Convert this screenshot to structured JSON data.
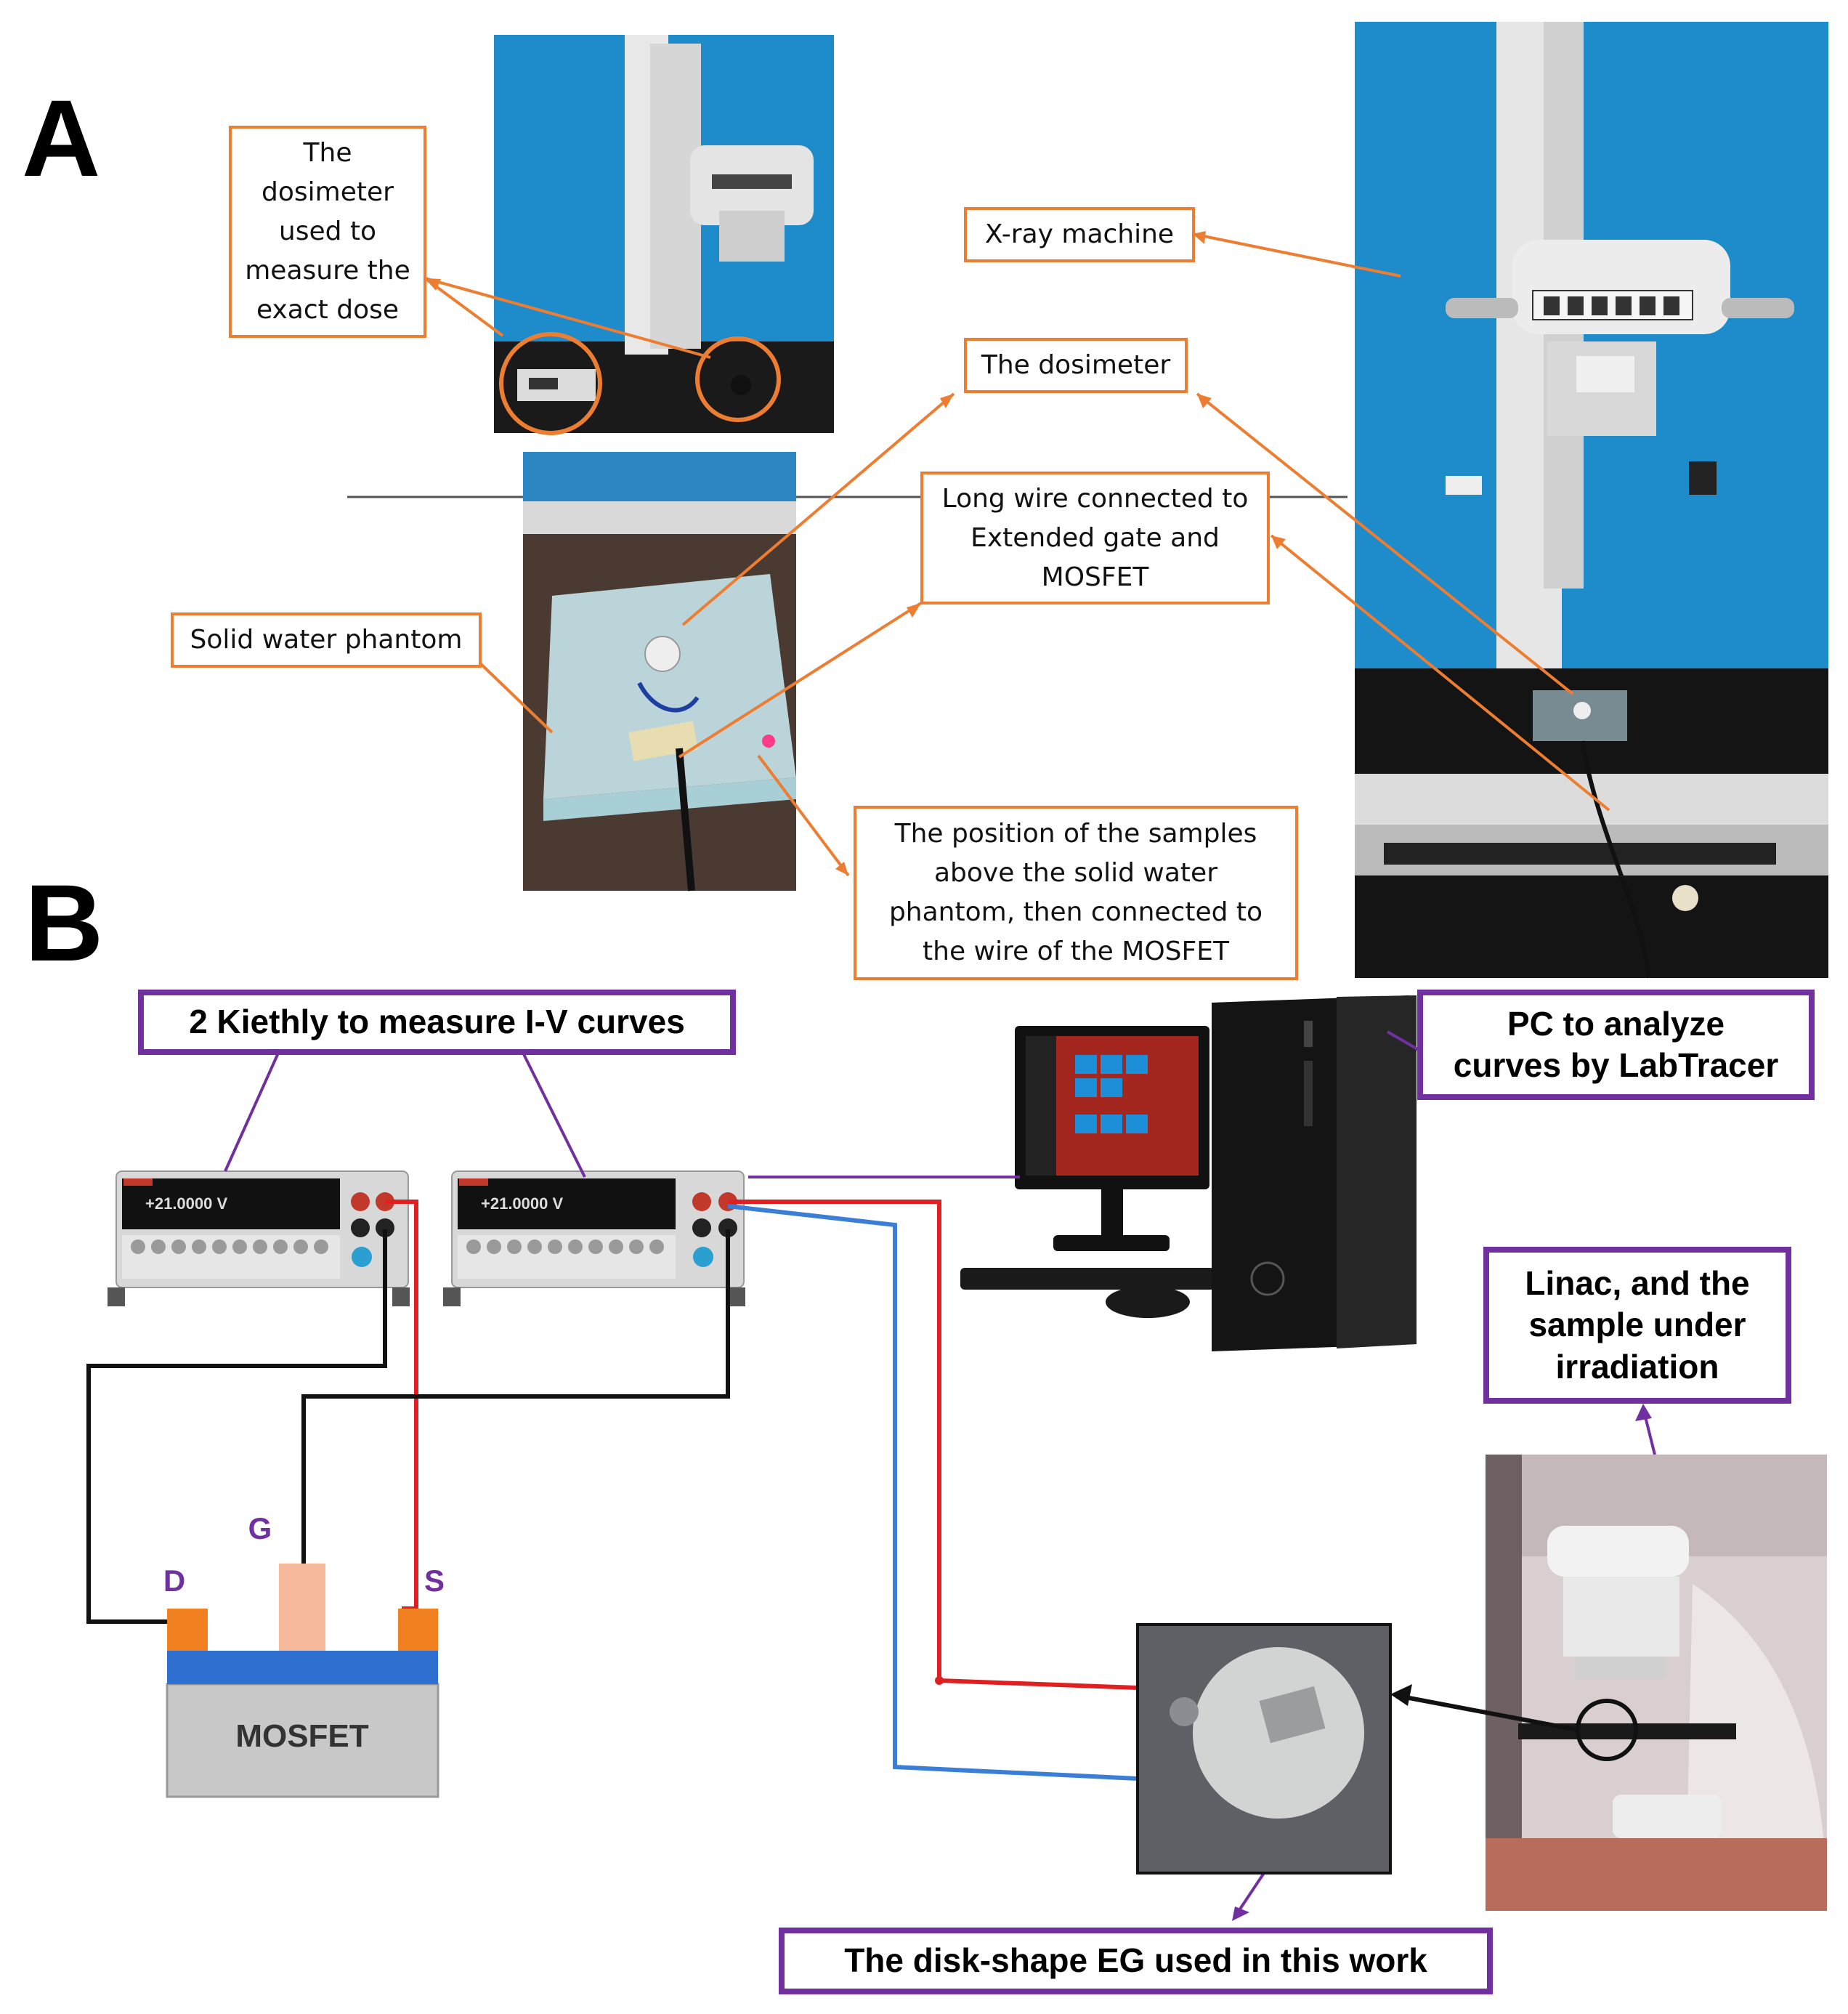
{
  "panels": {
    "a": "A",
    "b": "B"
  },
  "callouts_a": {
    "dosimeter_exact": "The\ndosimeter\nused to\nmeasure the\nexact dose",
    "xray_machine": "X-ray machine",
    "the_dosimeter": "The dosimeter",
    "long_wire": "Long wire connected to\nExtended gate and\nMOSFET",
    "solid_water": "Solid water phantom",
    "sample_position": "The position of the samples\nabove the solid water\nphantom, then connected to\nthe wire of the MOSFET"
  },
  "callouts_b": {
    "keithley": "2 Kiethly to measure I-V curves",
    "pc": "PC to analyze\ncurves by LabTracer",
    "linac": "Linac, and the\nsample under\nirradiation",
    "disk_eg": "The disk-shape EG used in this work"
  },
  "mosfet": {
    "label": "MOSFET",
    "drain": "D",
    "gate": "G",
    "source": "S"
  },
  "instrument": {
    "display": "+21.0000 V"
  },
  "colors": {
    "orange": "#ED7D31",
    "purple": "#7030A0",
    "red_wire": "#E02020",
    "blue_wire": "#3A7FD5",
    "black_wire": "#111111",
    "photo_blue": "#1F8FC9",
    "mosfet_substrate": "#C8C8C8",
    "mosfet_oxide": "#2F6FD0",
    "mosfet_contact": "#F08020",
    "mosfet_gate": "#F6B89A"
  }
}
